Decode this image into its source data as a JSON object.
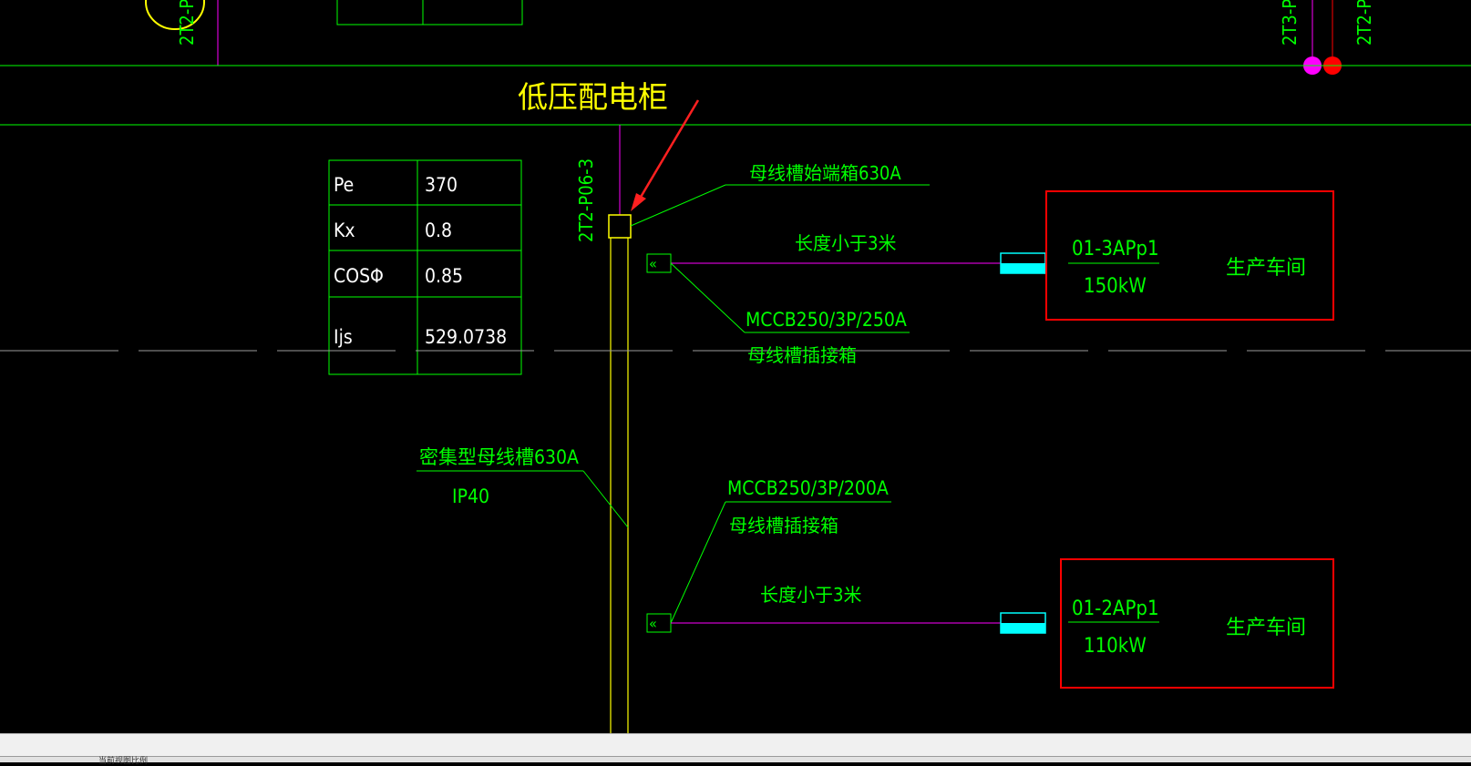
{
  "colors": {
    "green": "#00ff00",
    "yellow": "#ffff00",
    "magenta": "#ff00ff",
    "red": "#ff0000",
    "cyan": "#00ffff",
    "gray_line": "#9a9a9a"
  },
  "diagram": {
    "cabinet_title": "低压配电柜",
    "busway_id": "2T2-P06-3",
    "top_labels": {
      "left": "2T2-P",
      "right_a": "2T3-P",
      "right_b": "2T2-P"
    },
    "calc_table": {
      "rows": [
        {
          "label": "Pe",
          "value": "370"
        },
        {
          "label": "Kx",
          "value": "0.8"
        },
        {
          "label": "COSΦ",
          "value": "0.85"
        },
        {
          "label": "Ijs",
          "value": "529.0738"
        }
      ]
    },
    "busway_start_box": "母线槽始端箱630A",
    "busway_type": "密集型母线槽630A",
    "busway_ip": "IP40",
    "branches": [
      {
        "breaker": "MCCB250/3P/250A",
        "plug_box": "母线槽插接箱",
        "length_note": "长度小于3米",
        "panel_id": "01-3APp1",
        "power": "150kW",
        "location": "生产车间"
      },
      {
        "breaker": "MCCB250/3P/200A",
        "plug_box": "母线槽插接箱",
        "length_note": "长度小于3米",
        "panel_id": "01-2APp1",
        "power": "110kW",
        "location": "生产车间"
      }
    ]
  },
  "status": {
    "text": "当前视图比例"
  }
}
